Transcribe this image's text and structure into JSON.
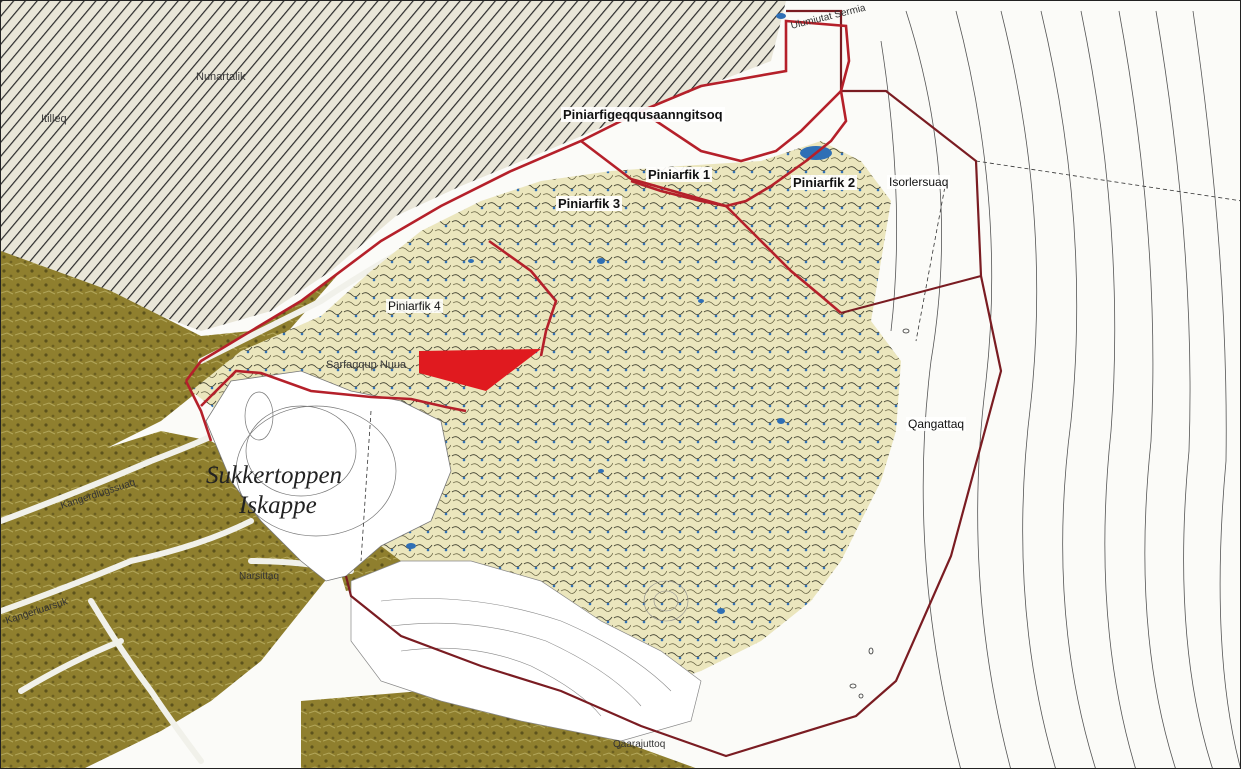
{
  "map": {
    "colors": {
      "licence_boundary": "#b5202a",
      "licence_fill": "#e01a1f",
      "outer_boundary": "#7a1c22",
      "terrain": "#8a7a2a",
      "land": "#e7e1b0",
      "water": "#2f6fb5",
      "ice": "#ffffff"
    },
    "licence_labels": {
      "piniarfigeqqusaanngitsoq": "Piniarfigeqqusaanngitsoq",
      "piniarfik_1": "Piniarfik 1",
      "piniarfik_2": "Piniarfik 2",
      "piniarfik_3": "Piniarfik 3",
      "piniarfik_4": "Piniarfik 4"
    },
    "place_names": {
      "isorlersuaq": "Isorlersuaq",
      "qangattaq": "Qangattaq",
      "sukkertoppen": "Sukkertoppen",
      "iskappe": "Iskappe",
      "qaarajuttoq": "Qaarajuttoq",
      "narsaq_label": "Narsittaq",
      "top_right": "Ulumiutat Sermia",
      "valley_label": "Sarfaqqup Nuua",
      "faint_nw": "Nunartalik",
      "faint_west": "Itilleq",
      "fjord_left_1": "Kangerdlugssuaq",
      "fjord_left_2": "Kangerluarsuk"
    }
  }
}
